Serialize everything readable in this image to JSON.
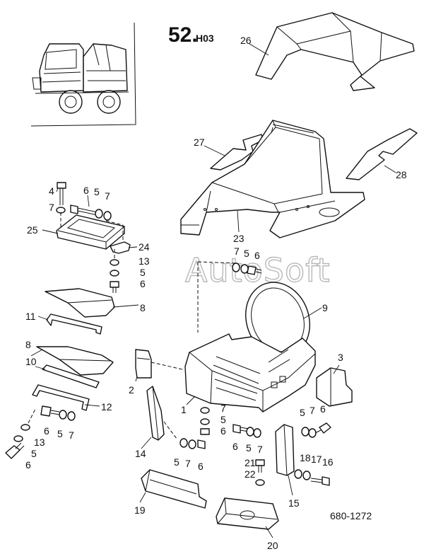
{
  "header": {
    "section_number": "52.",
    "section_suffix": "H03"
  },
  "drawing_number": "680-1272",
  "watermark": "AutoSoft",
  "callouts": [
    {
      "id": "c26",
      "text": "26"
    },
    {
      "id": "c27",
      "text": "27"
    },
    {
      "id": "c28",
      "text": "28"
    },
    {
      "id": "c23",
      "text": "23"
    },
    {
      "id": "c4",
      "text": "4"
    },
    {
      "id": "c6a",
      "text": "6"
    },
    {
      "id": "c5a",
      "text": "5"
    },
    {
      "id": "c7a",
      "text": "7"
    },
    {
      "id": "c7b",
      "text": "7"
    },
    {
      "id": "c25",
      "text": "25"
    },
    {
      "id": "c24",
      "text": "24"
    },
    {
      "id": "c13a",
      "text": "13"
    },
    {
      "id": "c5b",
      "text": "5"
    },
    {
      "id": "c6b",
      "text": "6"
    },
    {
      "id": "c7c",
      "text": "7"
    },
    {
      "id": "c5c",
      "text": "5"
    },
    {
      "id": "c6c",
      "text": "6"
    },
    {
      "id": "c8a",
      "text": "8"
    },
    {
      "id": "c9",
      "text": "9"
    },
    {
      "id": "c11",
      "text": "11"
    },
    {
      "id": "c8b",
      "text": "8"
    },
    {
      "id": "c10",
      "text": "10"
    },
    {
      "id": "c3",
      "text": "3"
    },
    {
      "id": "c2",
      "text": "2"
    },
    {
      "id": "c12",
      "text": "12"
    },
    {
      "id": "c1",
      "text": "1"
    },
    {
      "id": "c7d",
      "text": "7"
    },
    {
      "id": "c5d",
      "text": "5"
    },
    {
      "id": "c6d",
      "text": "6"
    },
    {
      "id": "c5e",
      "text": "5"
    },
    {
      "id": "c7e",
      "text": "7"
    },
    {
      "id": "c6e",
      "text": "6"
    },
    {
      "id": "c6f",
      "text": "6"
    },
    {
      "id": "c5f",
      "text": "5"
    },
    {
      "id": "c7f",
      "text": "7"
    },
    {
      "id": "c13b",
      "text": "13"
    },
    {
      "id": "c5g",
      "text": "5"
    },
    {
      "id": "c6g",
      "text": "6"
    },
    {
      "id": "c6h",
      "text": "6"
    },
    {
      "id": "c5h",
      "text": "5"
    },
    {
      "id": "c7g",
      "text": "7"
    },
    {
      "id": "c14",
      "text": "14"
    },
    {
      "id": "c5i",
      "text": "5"
    },
    {
      "id": "c7h",
      "text": "7"
    },
    {
      "id": "c6i",
      "text": "6"
    },
    {
      "id": "c21",
      "text": "21"
    },
    {
      "id": "c22",
      "text": "22"
    },
    {
      "id": "c18",
      "text": "18"
    },
    {
      "id": "c17",
      "text": "17"
    },
    {
      "id": "c16",
      "text": "16"
    },
    {
      "id": "c15",
      "text": "15"
    },
    {
      "id": "c19",
      "text": "19"
    },
    {
      "id": "c20",
      "text": "20"
    }
  ]
}
